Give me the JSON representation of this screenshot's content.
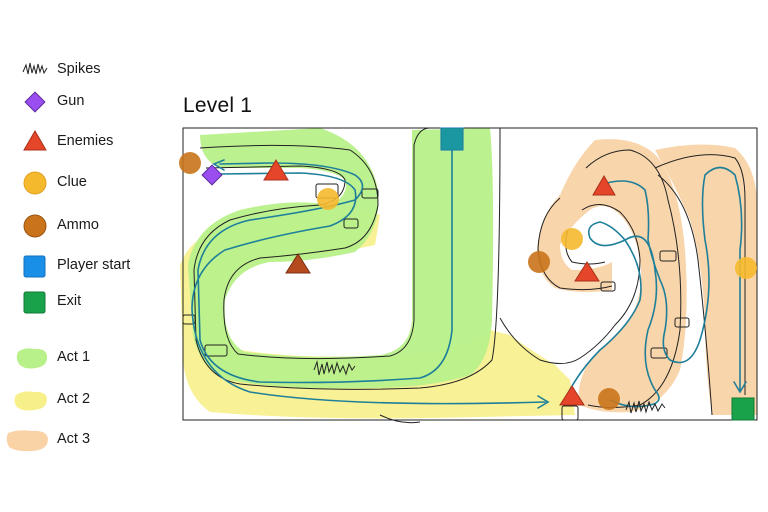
{
  "title": "Level 1",
  "legend": {
    "spikes": "Spikes",
    "gun": "Gun",
    "enemies": "Enemies",
    "clue": "Clue",
    "ammo": "Ammo",
    "player_start": "Player start",
    "exit": "Exit",
    "act1": "Act 1",
    "act2": "Act 2",
    "act3": "Act 3"
  },
  "colors": {
    "act1": "#b8f08a",
    "act2": "#f7f08a",
    "act3": "#f9d3a6",
    "path": "#1e7f9a",
    "enemy": "#e5462a",
    "enemy_dark": "#b44a1e",
    "clue": "#f5b92e",
    "ammo": "#c9741b",
    "gun": "#9a4ef0",
    "player_start": "#1a8fe8",
    "exit": "#1aa24a"
  }
}
